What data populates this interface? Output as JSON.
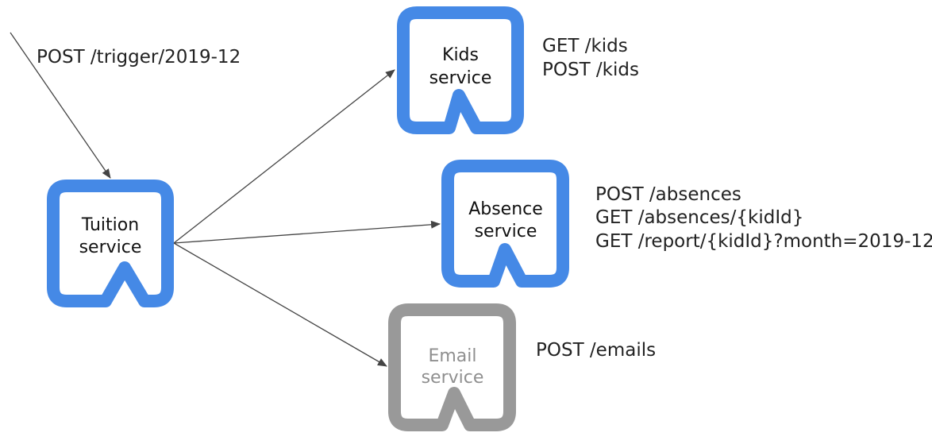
{
  "colors": {
    "active_service": "#4589e6",
    "inactive_service": "#999999",
    "edge": "#444444",
    "text": "#222222"
  },
  "trigger": {
    "label": "POST /trigger/2019-12"
  },
  "services": [
    {
      "id": "tuition",
      "line1": "Tuition",
      "line2": "service",
      "status": "active",
      "icon": "speech-bubble-icon",
      "endpoints": []
    },
    {
      "id": "kids",
      "line1": "Kids",
      "line2": "service",
      "status": "active",
      "icon": "speech-bubble-icon",
      "endpoints": [
        "GET /kids",
        "POST /kids"
      ]
    },
    {
      "id": "absence",
      "line1": "Absence",
      "line2": "service",
      "status": "active",
      "icon": "speech-bubble-icon",
      "endpoints": [
        "POST /absences",
        "GET /absences/{kidId}",
        "GET /report/{kidId}?month=2019-12"
      ]
    },
    {
      "id": "email",
      "line1": "Email",
      "line2": "service",
      "status": "inactive",
      "icon": "speech-bubble-icon",
      "endpoints": [
        "POST /emails"
      ]
    }
  ],
  "edges": [
    {
      "from": "trigger",
      "to": "tuition"
    },
    {
      "from": "tuition",
      "to": "kids"
    },
    {
      "from": "tuition",
      "to": "absence"
    },
    {
      "from": "tuition",
      "to": "email"
    }
  ]
}
